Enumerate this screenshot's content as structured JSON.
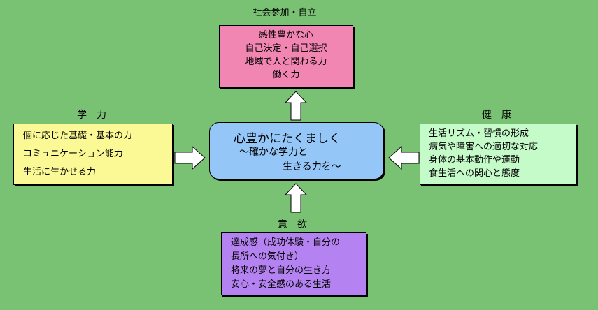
{
  "top": {
    "label": "社会参加・自立",
    "lines": [
      "感性豊かな心",
      "自己決定・自己選択",
      "地域で人と関わる力",
      "働く力"
    ]
  },
  "left": {
    "label": "学　力",
    "lines": [
      "個に応じた基礎・基本の力",
      "コミュニケーション能力",
      "生活に生かせる力"
    ]
  },
  "right": {
    "label": "健　康",
    "lines": [
      "生活リズム・習慣の形成",
      "病気や障害への適切な対応",
      "身体の基本動作や運動",
      "食生活への関心と態度"
    ]
  },
  "bottom": {
    "label": "意　欲",
    "lines": [
      "達成感（成功体験・自分の",
      "長所への気付き）",
      "将来の夢と自分の生き方",
      "安心・安全感のある生活"
    ]
  },
  "center": {
    "title": "心豊かにたくましく",
    "subtitle_line1": "～確かな学力と",
    "subtitle_line2": "生きる力を～"
  },
  "colors": {
    "background": "#79c173",
    "top_box": "#f286b3",
    "left_box": "#fbf896",
    "right_box": "#c5fbc9",
    "bottom_box": "#b583f1",
    "center_box": "#94c6f7"
  }
}
